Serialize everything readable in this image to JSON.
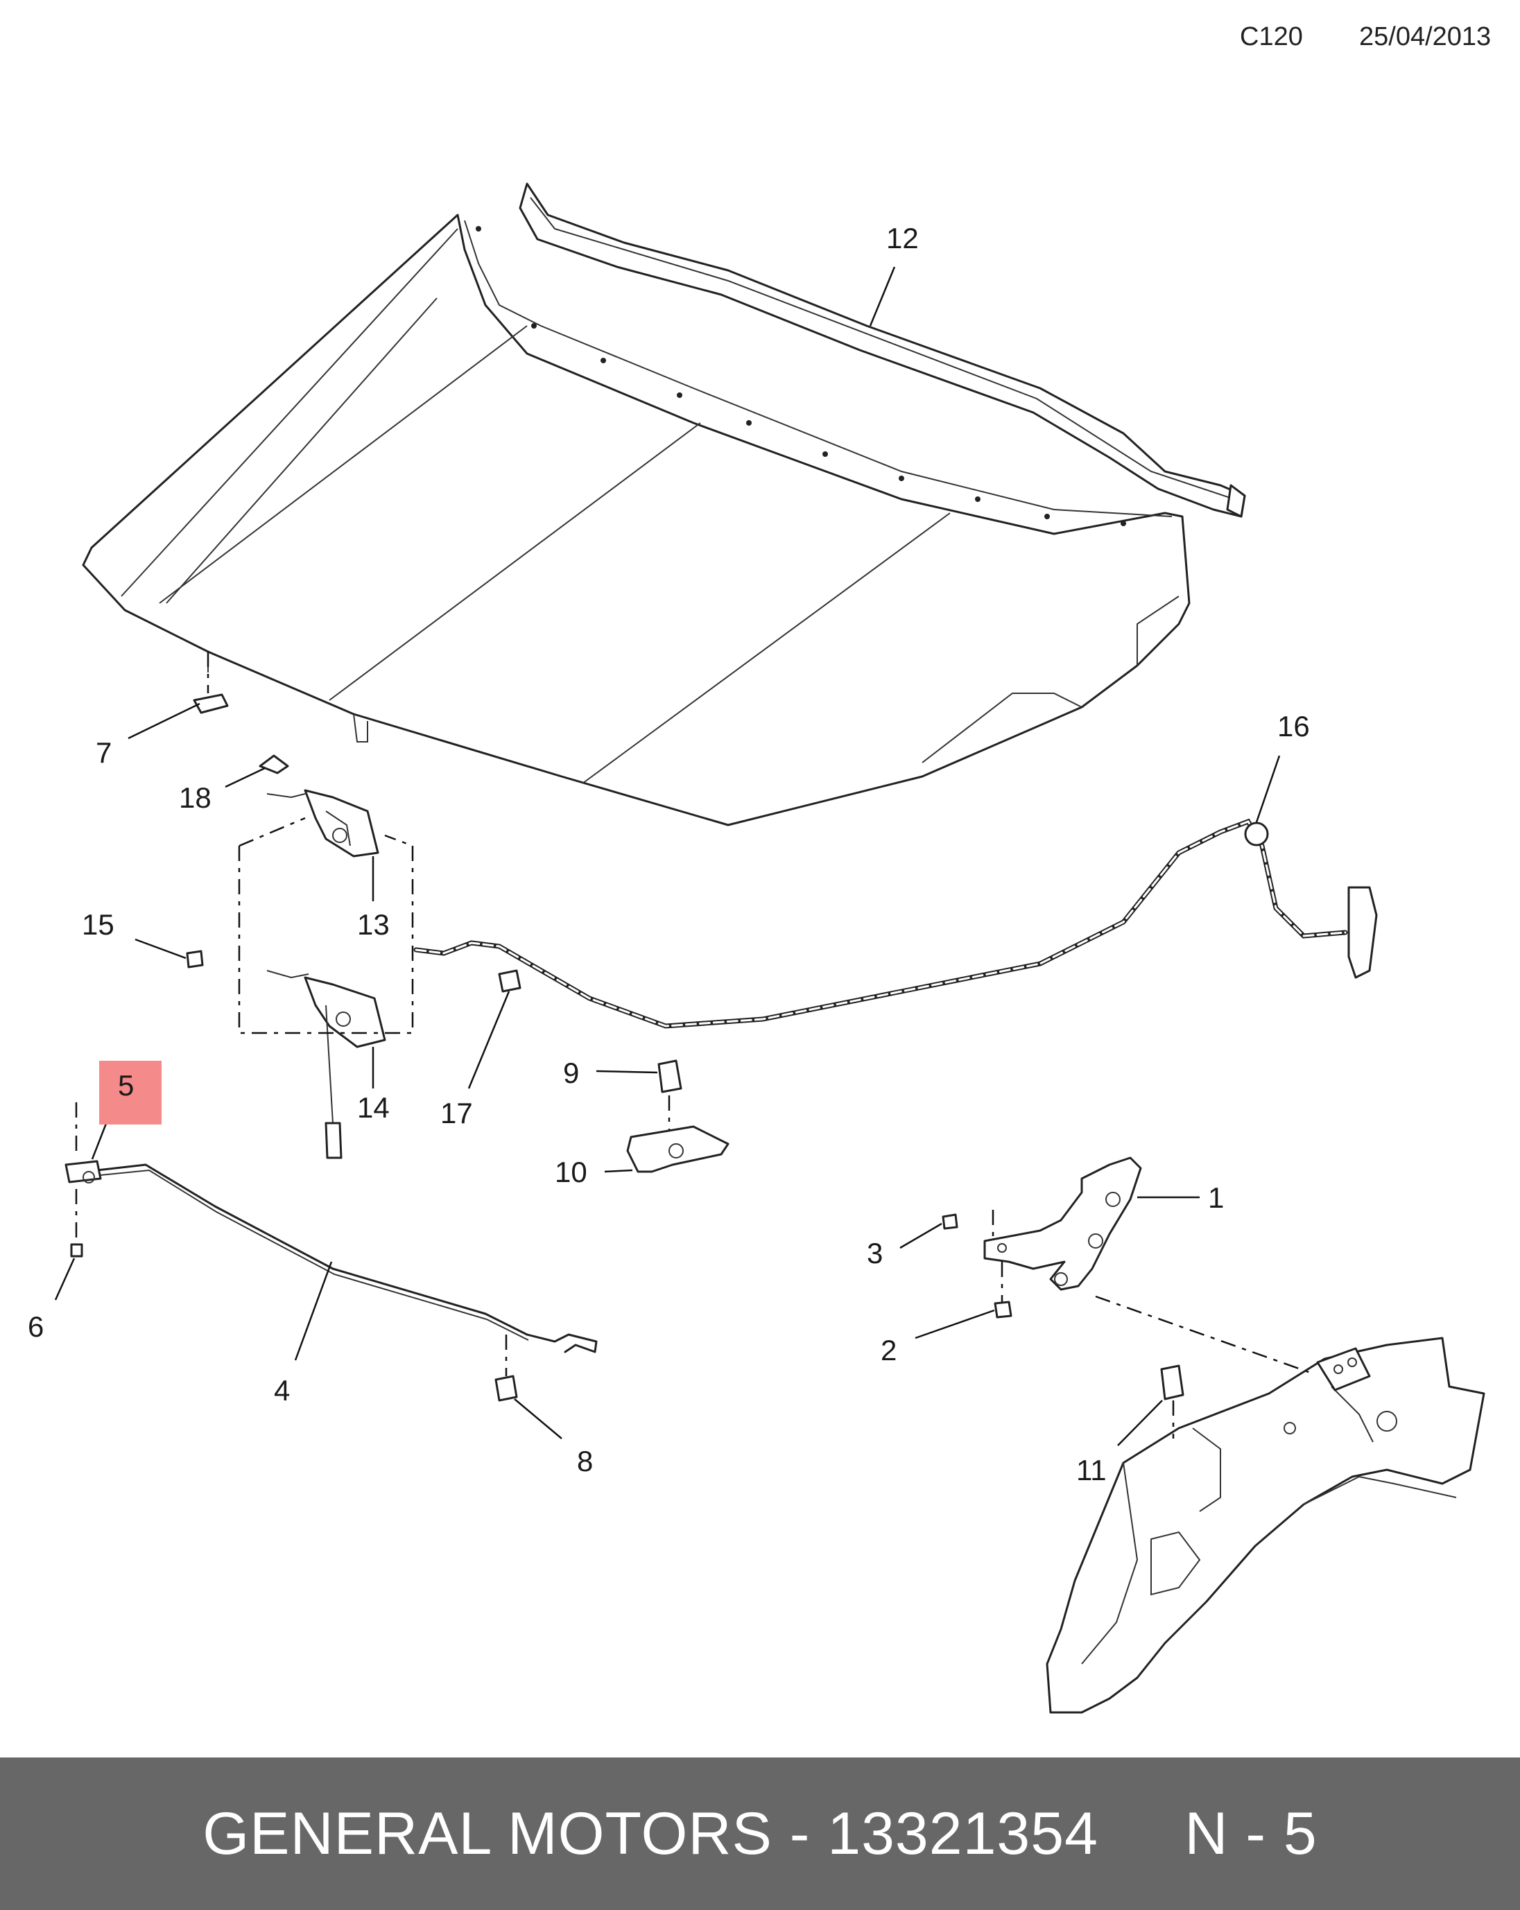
{
  "header": {
    "code": "C120",
    "date": "25/04/2013"
  },
  "callouts": [
    "1",
    "2",
    "3",
    "4",
    "5",
    "6",
    "7",
    "8",
    "9",
    "10",
    "11",
    "12",
    "13",
    "14",
    "15",
    "16",
    "17",
    "18"
  ],
  "highlight": {
    "label": "5",
    "color": "#f58a8a"
  },
  "footer": {
    "text": "GENERAL MOTORS - 13321354     N - 5",
    "background": "#676767",
    "text_color": "#ffffff"
  }
}
